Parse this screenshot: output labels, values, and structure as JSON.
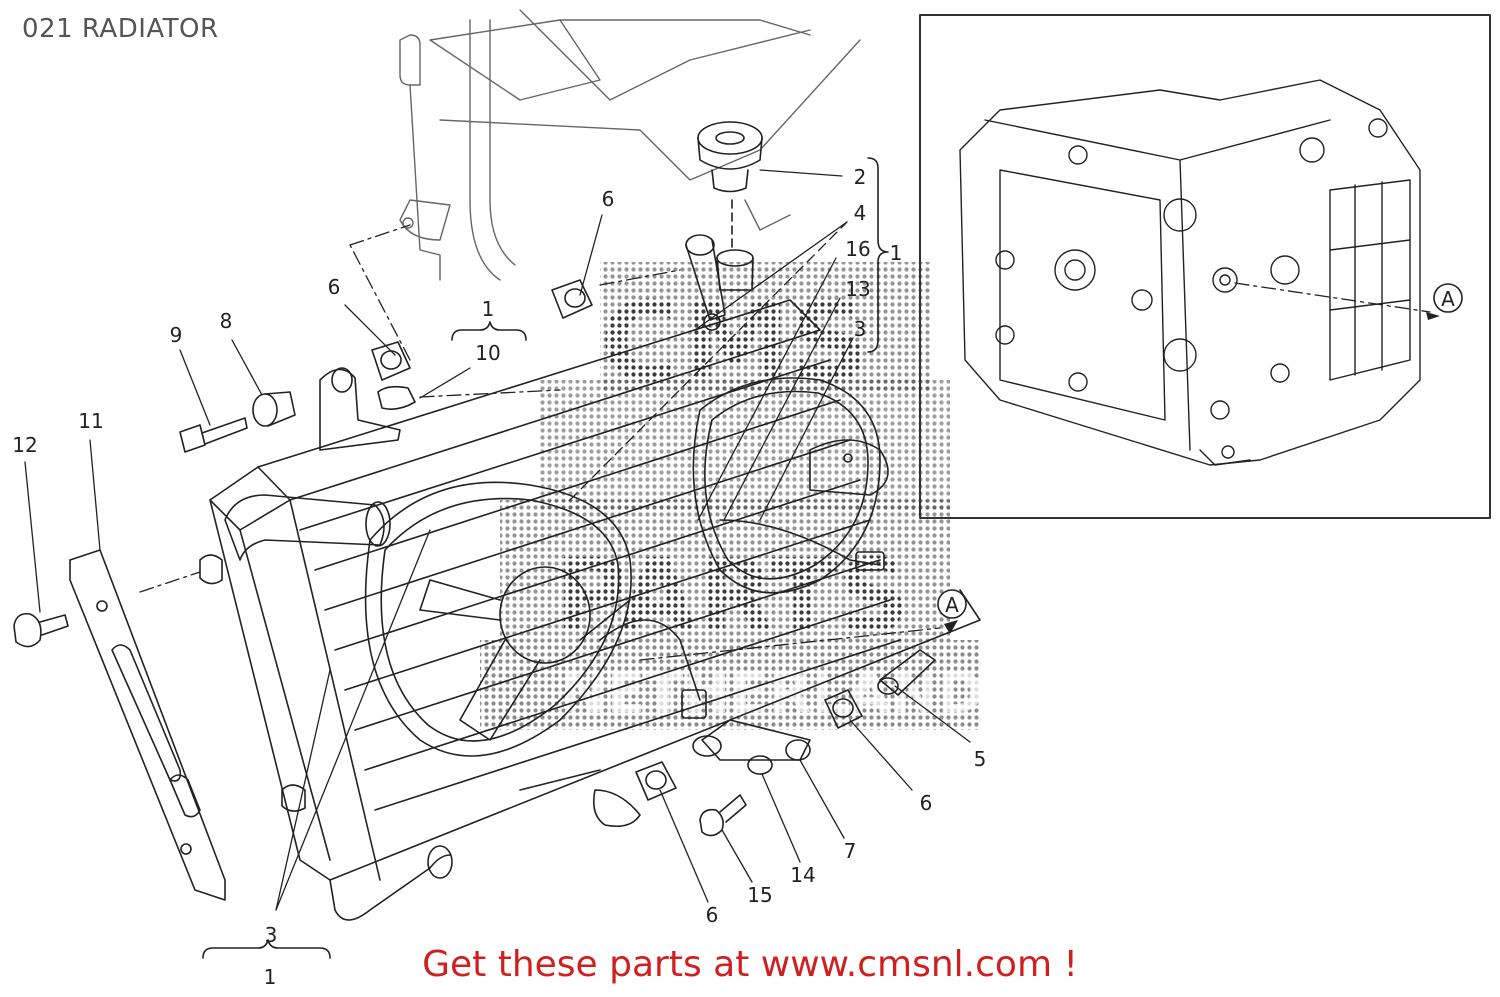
{
  "diagram": {
    "title": "021 RADIATOR",
    "promo": "Get these parts at www.cmsnl.com !",
    "ref_letter": "A",
    "watermark_lines": [
      "CMS",
      "PARTS",
      "NETHERLANDS"
    ],
    "colors": {
      "line": "#222222",
      "promo": "#d01f1f",
      "title": "#555555",
      "watermark": "#1a1a1a"
    },
    "callouts": [
      "2",
      "4",
      "16",
      "13",
      "3",
      "1",
      "6",
      "6",
      "1",
      "10",
      "9",
      "8",
      "11",
      "12",
      "5",
      "6",
      "7",
      "14",
      "15",
      "6",
      "3",
      "1"
    ]
  }
}
